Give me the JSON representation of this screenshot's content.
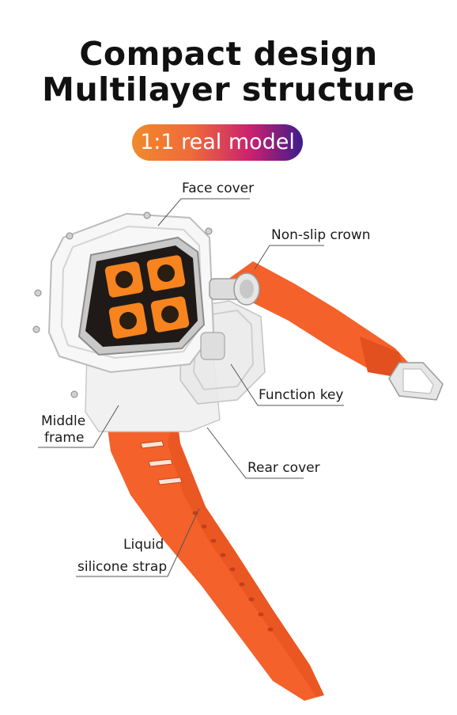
{
  "heading": {
    "line1": "Compact design",
    "line2": "Multilayer structure"
  },
  "badge": {
    "text": "1:1 real model"
  },
  "callouts": {
    "face_cover": "Face cover",
    "non_slip_crown": "Non-slip crown",
    "function_key": "Function key",
    "middle_frame_1": "Middle",
    "middle_frame_2": "frame",
    "rear_cover": "Rear cover",
    "strap_1": "Liquid",
    "strap_2": "silicone strap"
  },
  "colors": {
    "strap": "#f4612a",
    "accent_start": "#f08a2c",
    "accent_end": "#3b1d8c"
  }
}
